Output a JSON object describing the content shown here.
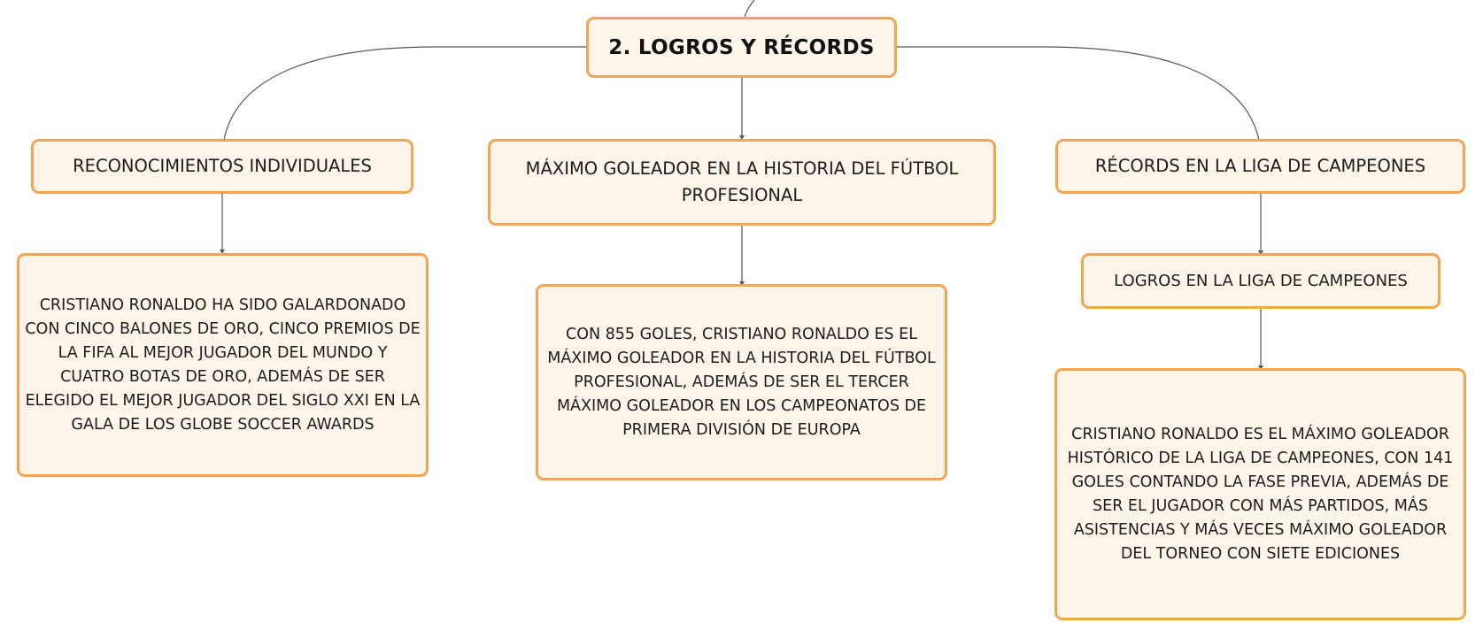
{
  "colors": {
    "node_fill": "#fdf4ea",
    "node_border": "#f4a552",
    "connector": "#555555"
  },
  "root": {
    "label": "2. LOGROS Y RÉCORDS"
  },
  "branches": [
    {
      "label": "RECONOCIMIENTOS INDIVIDUALES",
      "detail": "CRISTIANO RONALDO HA SIDO GALARDONADO CON CINCO BALONES DE ORO, CINCO PREMIOS DE LA FIFA AL MEJOR JUGADOR DEL MUNDO Y CUATRO BOTAS DE ORO, ADEMÁS DE SER ELEGIDO EL MEJOR JUGADOR DEL SIGLO XXI EN LA GALA DE LOS GLOBE SOCCER AWARDS"
    },
    {
      "label": "MÁXIMO GOLEADOR EN LA HISTORIA DEL FÚTBOL PROFESIONAL",
      "detail": "CON 855 GOLES, CRISTIANO RONALDO ES EL MÁXIMO GOLEADOR EN LA HISTORIA DEL FÚTBOL PROFESIONAL, ADEMÁS DE SER EL TERCER MÁXIMO GOLEADOR EN LOS CAMPEONATOS DE PRIMERA DIVISIÓN DE EUROPA"
    },
    {
      "label": "RÉCORDS EN LA LIGA DE CAMPEONES",
      "sub_label": "LOGROS EN LA LIGA DE CAMPEONES",
      "detail": "CRISTIANO RONALDO ES EL MÁXIMO GOLEADOR HISTÓRICO DE LA LIGA DE CAMPEONES, CON 141 GOLES CONTANDO LA FASE PREVIA, ADEMÁS DE SER EL JUGADOR CON MÁS PARTIDOS, MÁS ASISTENCIAS Y MÁS VECES MÁXIMO GOLEADOR DEL TORNEO CON SIETE EDICIONES"
    }
  ]
}
